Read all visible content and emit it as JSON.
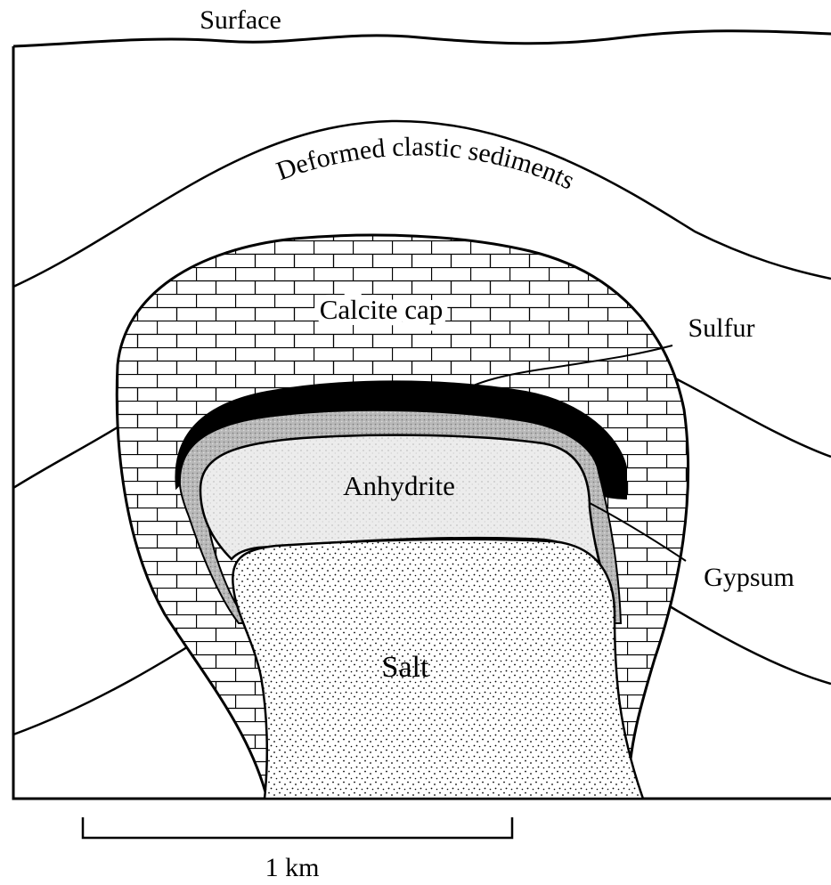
{
  "labels": {
    "surface": "Surface",
    "sediments": "Deformed clastic sediments",
    "calcite_cap": "Calcite cap",
    "sulfur": "Sulfur",
    "anhydrite": "Anhydrite",
    "gypsum": "Gypsum",
    "salt": "Salt",
    "scale": "1 km"
  },
  "colors": {
    "ink": "#000000",
    "paper": "#ffffff",
    "sulfur": "#000000",
    "gypsum_fill": "#b3b3b3",
    "anhydrite_fill": "#e9e9e9",
    "salt_fill": "#ffffff"
  }
}
